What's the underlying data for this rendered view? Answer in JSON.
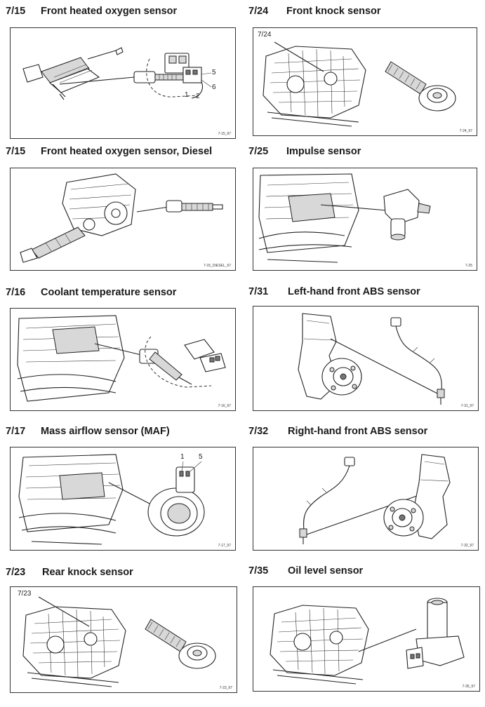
{
  "sensors": [
    {
      "code": "7/15",
      "title": "Front heated oxygen sensor",
      "ref": "7-15_97",
      "callouts": [
        "5",
        "6",
        "1",
        "2"
      ]
    },
    {
      "code": "7/24",
      "title": "Front knock sensor",
      "ref": "7-24_97",
      "callouts": [
        "7/24"
      ]
    },
    {
      "code": "7/15",
      "title": "Front heated oxygen sensor, Diesel",
      "ref": "7-15_DIESEL_97",
      "callouts": []
    },
    {
      "code": "7/25",
      "title": "Impulse sensor",
      "ref": "7-25",
      "callouts": []
    },
    {
      "code": "7/16",
      "title": "Coolant temperature sensor",
      "ref": "7-16_97",
      "callouts": []
    },
    {
      "code": "7/31",
      "title": "Left-hand front ABS sensor",
      "ref": "7-31_97",
      "callouts": []
    },
    {
      "code": "7/17",
      "title": "Mass airflow sensor (MAF)",
      "ref": "7-17_97",
      "callouts": [
        "1",
        "5"
      ]
    },
    {
      "code": "7/32",
      "title": "Right-hand front ABS sensor",
      "ref": "7-32_97",
      "callouts": []
    },
    {
      "code": "7/23",
      "title": "Rear knock sensor",
      "ref": "7-23_97",
      "callouts": [
        "7/23"
      ]
    },
    {
      "code": "7/35",
      "title": "Oil level sensor",
      "ref": "7-35_97",
      "callouts": []
    }
  ]
}
